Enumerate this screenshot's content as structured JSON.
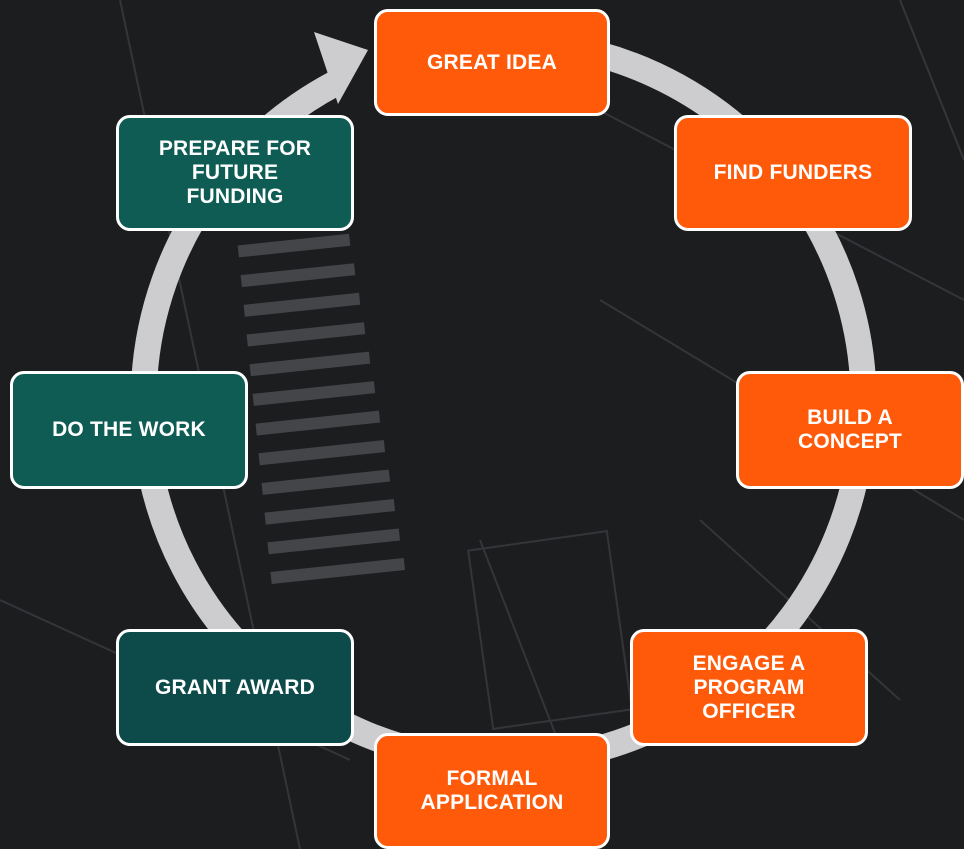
{
  "colors": {
    "orange": "#ff5a0a",
    "teal": "#0f5c55",
    "dark_teal": "#0d4a4a",
    "ring": "#cdcdd0",
    "background": "#1c1d1f"
  },
  "cycle": {
    "direction": "clockwise",
    "steps": [
      {
        "id": "great-idea",
        "label": "GREAT IDEA",
        "color": "orange"
      },
      {
        "id": "find-funders",
        "label": "FIND FUNDERS",
        "color": "orange"
      },
      {
        "id": "build-a-concept",
        "label": "BUILD A\nCONCEPT",
        "color": "orange"
      },
      {
        "id": "engage-a-program-officer",
        "label": "ENGAGE A\nPROGRAM\nOFFICER",
        "color": "orange"
      },
      {
        "id": "formal-application",
        "label": "FORMAL\nAPPLICATION",
        "color": "orange"
      },
      {
        "id": "grant-award",
        "label": "GRANT AWARD",
        "color": "dark_teal"
      },
      {
        "id": "do-the-work",
        "label": "DO THE WORK",
        "color": "teal"
      },
      {
        "id": "prepare-for-future-funding",
        "label": "PREPARE FOR\nFUTURE\nFUNDING",
        "color": "teal"
      }
    ]
  }
}
